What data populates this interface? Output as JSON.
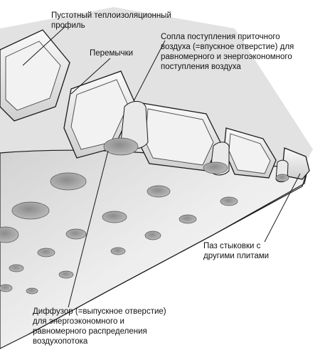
{
  "figure": {
    "labels": {
      "profile": "Пустотный теплоизоляционный\nпрофиль",
      "bridges": "Перемычки",
      "nozzles": "Сопла поступления приточного\nвоздуха (=впускное отверстие) для\nравномерного и энергоэкономного\nпоступления воздуха",
      "groove": "Паз стыковки с\nдругими плитами",
      "diffuser": "Диффузор  (=выпускное отверстие)\nдля энергоэкономного и\nравномерного распределения\nвоздухопотока"
    },
    "colors": {
      "background": "#ffffff",
      "surface_light": "#f4f4f4",
      "surface_mid": "#d9d9d9",
      "surface_dark": "#a9a9a9",
      "outline": "#1a1a1a"
    }
  }
}
